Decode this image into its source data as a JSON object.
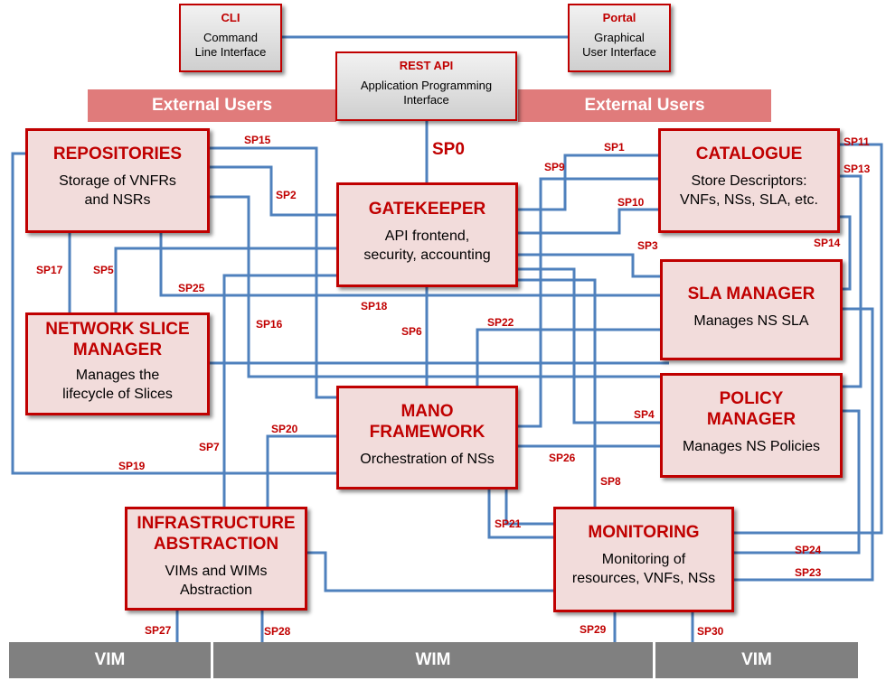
{
  "top": {
    "cli": {
      "title": "CLI",
      "desc1": "Command",
      "desc2": "Line Interface"
    },
    "rest": {
      "title": "REST API",
      "desc1": "Application Programming",
      "desc2": "Interface"
    },
    "portal": {
      "title": "Portal",
      "desc1": "Graphical",
      "desc2": "User Interface"
    }
  },
  "external_users": {
    "left": "External Users",
    "right": "External Users"
  },
  "components": {
    "repositories": {
      "title": "REPOSITORIES",
      "desc1": "Storage of VNFRs",
      "desc2": "and NSRs"
    },
    "gatekeeper": {
      "title": "GATEKEEPER",
      "desc1": "API frontend,",
      "desc2": "security, accounting"
    },
    "catalogue": {
      "title": "CATALOGUE",
      "desc1": "Store Descriptors:",
      "desc2": "VNFs, NSs, SLA, etc."
    },
    "sla_manager": {
      "title": "SLA MANAGER",
      "desc1": "Manages NS SLA"
    },
    "network_slice_manager": {
      "title1": "NETWORK SLICE",
      "title2": "MANAGER",
      "desc1": "Manages the",
      "desc2": "lifecycle of Slices"
    },
    "mano": {
      "title1": "MANO",
      "title2": "FRAMEWORK",
      "desc1": "Orchestration of NSs"
    },
    "policy_manager": {
      "title1": "POLICY",
      "title2": "MANAGER",
      "desc1": "Manages NS Policies"
    },
    "infrastructure": {
      "title1": "INFRASTRUCTURE",
      "title2": "ABSTRACTION",
      "desc1": "VIMs and WIMs",
      "desc2": "Abstraction"
    },
    "monitoring": {
      "title": "MONITORING",
      "desc1": "Monitoring of",
      "desc2": "resources, VNFs, NSs"
    }
  },
  "interfaces": {
    "sp0": "SP0",
    "sp1": "SP1",
    "sp2": "SP2",
    "sp3": "SP3",
    "sp4": "SP4",
    "sp5": "SP5",
    "sp6": "SP6",
    "sp7": "SP7",
    "sp8": "SP8",
    "sp9": "SP9",
    "sp10": "SP10",
    "sp11": "SP11",
    "sp13": "SP13",
    "sp14": "SP14",
    "sp15": "SP15",
    "sp16": "SP16",
    "sp17": "SP17",
    "sp18": "SP18",
    "sp19": "SP19",
    "sp20": "SP20",
    "sp21": "SP21",
    "sp22": "SP22",
    "sp23": "SP23",
    "sp24": "SP24",
    "sp25": "SP25",
    "sp26": "SP26",
    "sp27": "SP27",
    "sp28": "SP28",
    "sp29": "SP29",
    "sp30": "SP30"
  },
  "infrastructure_bar": {
    "vim_left": "VIM",
    "wim": "WIM",
    "vim_right": "VIM"
  },
  "colors": {
    "accent": "#c00000",
    "box_fill": "#f2dcdb",
    "connector": "#4f81bd",
    "band": "#e07b7b",
    "bar": "#808080"
  }
}
